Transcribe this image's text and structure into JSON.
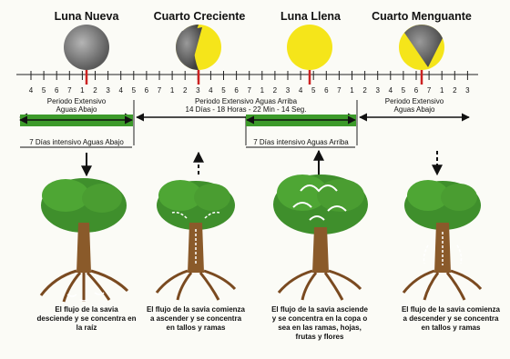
{
  "phases": [
    {
      "name": "Luna Nueva",
      "type": "new"
    },
    {
      "name": "Cuarto Creciente",
      "type": "waxing"
    },
    {
      "name": "Luna Llena",
      "type": "full"
    },
    {
      "name": "Cuarto Menguante",
      "type": "waning"
    }
  ],
  "scale_numbers": [
    "4",
    "5",
    "6",
    "7",
    "1",
    "2",
    "3",
    "4",
    "5",
    "6",
    "7",
    "1",
    "2",
    "3",
    "4",
    "5",
    "6",
    "7",
    "1",
    "2",
    "3",
    "4",
    "5",
    "6",
    "7",
    "1",
    "2",
    "3",
    "4",
    "5",
    "6",
    "7",
    "1",
    "2",
    "3"
  ],
  "labels": {
    "periodo_extensivo_abajo_1": "Periodo Extensivo",
    "periodo_extensivo_abajo_2": "Aguas Abajo",
    "periodo_extensivo_arriba": "Periodo Extensivo Aguas Arriba",
    "duracion": "14 Días - 18 Horas - 22 Min - 14 Seg.",
    "periodo_extensivo_abajo_right_1": "Periodo Extensivo",
    "periodo_extensivo_abajo_right_2": "Aguas Abajo",
    "intensivo_abajo": "7 Días intensivo Aguas Abajo",
    "intensivo_arriba": "7 Días intensivo Aguas Arriba"
  },
  "captions": [
    "El flujo de la savia desciende y se concentra en la raíz",
    "El flujo de la savia comienza a ascender y se concentra en tallos y ramas",
    "El flujo de la savia asciende y se concentra en la copa o sea en las ramas, hojas, frutas y flores",
    "El flujo de la savia comienza a descender y se concentra en tallos y ramas"
  ],
  "colors": {
    "green_bar": "#3c9a2a",
    "moon_yellow": "#f5e51a",
    "moon_dark": "#777777",
    "red_tick": "#cc2222",
    "foliage": "#3f8f2c",
    "trunk": "#8a5a2a"
  }
}
